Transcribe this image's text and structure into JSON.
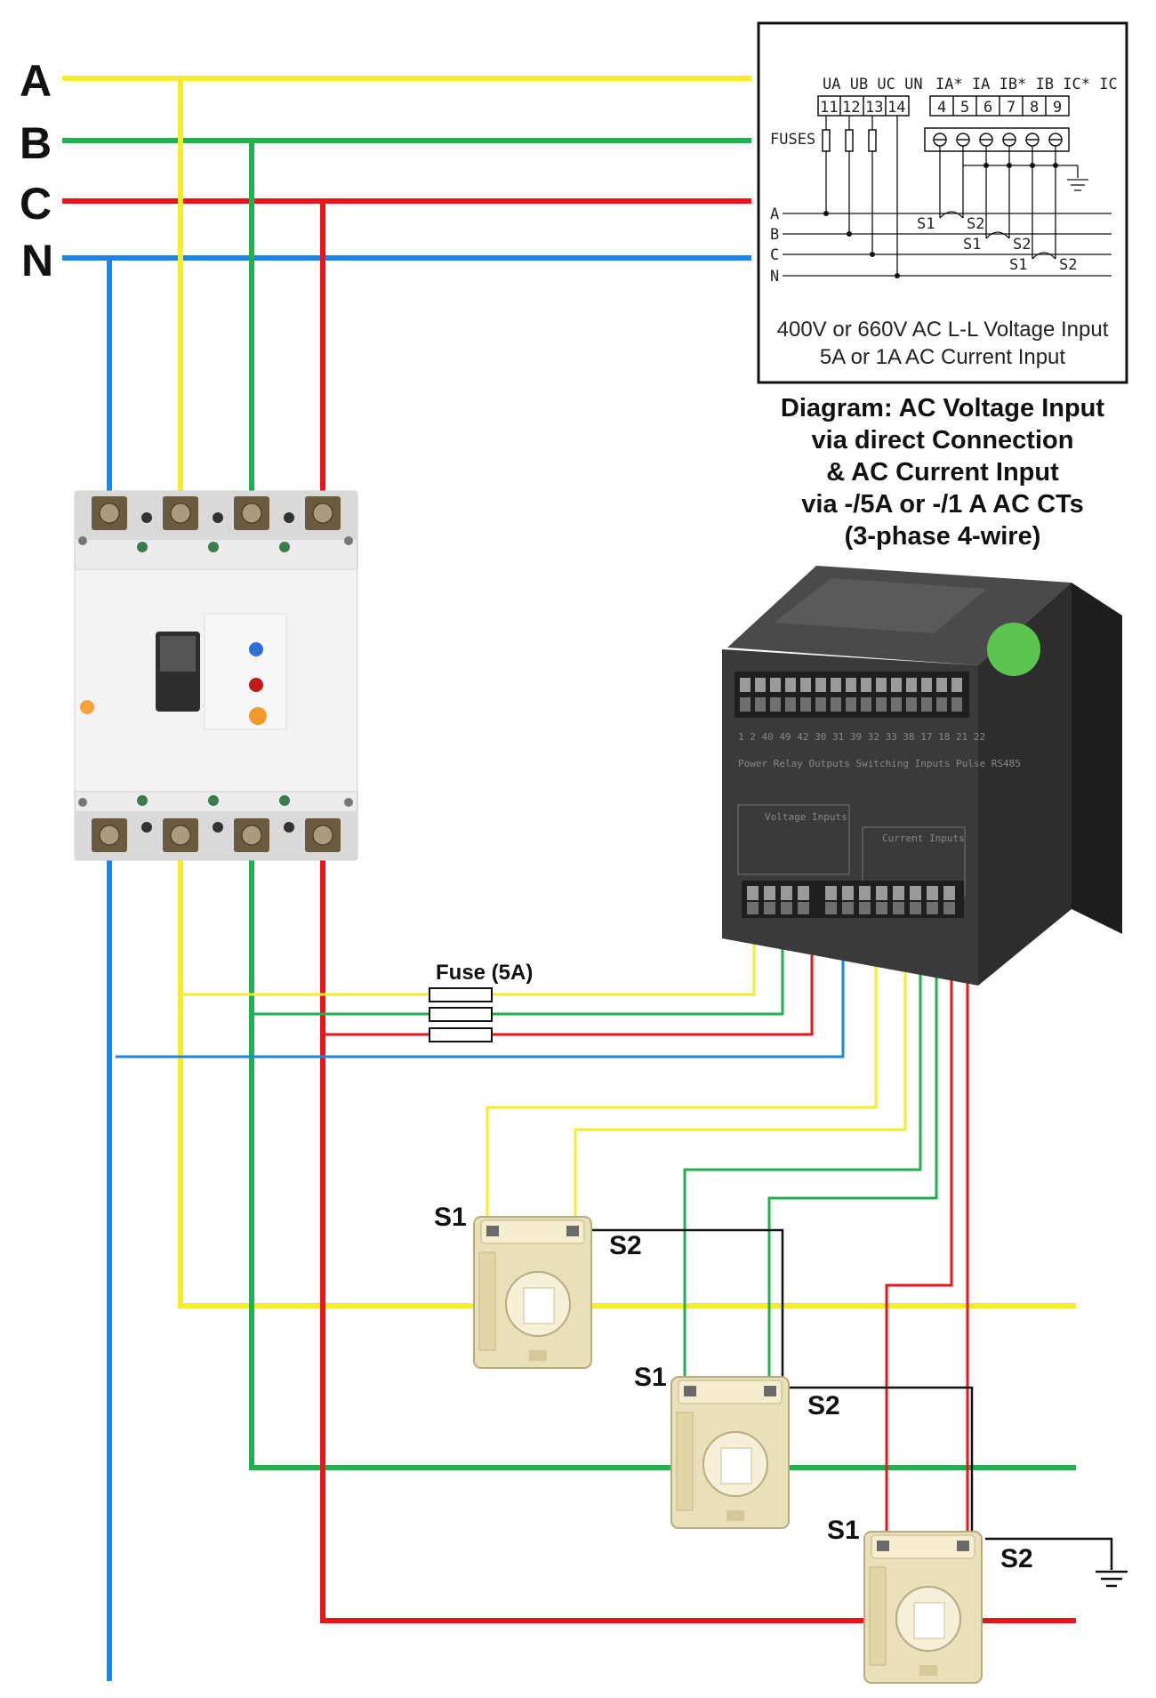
{
  "colors": {
    "phase_a": "#f5ec2c",
    "phase_b": "#1fb14e",
    "phase_c": "#e8161b",
    "neutral": "#1e86e0",
    "ct_wire": "#111111"
  },
  "phases": {
    "a": "A",
    "b": "B",
    "c": "C",
    "n": "N"
  },
  "fuse_label": "Fuse (5A)",
  "ct": {
    "s1": "S1",
    "s2": "S2"
  },
  "schematic": {
    "voltage_heads": "UA UB UC UN",
    "current_heads": "IA* IA IB* IB IC* IC",
    "voltage_terminals": [
      "11",
      "12",
      "13",
      "14"
    ],
    "current_terminals": [
      "4",
      "5",
      "6",
      "7",
      "8",
      "9"
    ],
    "fuses_label": "FUSES",
    "lines": [
      "A",
      "B",
      "C",
      "N"
    ],
    "ct_tags": [
      "S1",
      "S2"
    ],
    "note_line1": "400V or 660V AC L-L Voltage Input",
    "note_line2": "5A or 1A AC Current Input"
  },
  "caption": {
    "line1": "Diagram: AC Voltage Input",
    "line2": "via direct Connection",
    "line3": "& AC Current Input",
    "line4": "via -/5A or -/1 A AC CTs",
    "line5": "(3-phase 4-wire)"
  },
  "meter_labels": {
    "row1": "1 2 40 49 42 30 31 39 32 33 38 17 18 21 22",
    "row2": "Power  Relay Outputs  Switching Inputs  Pulse  RS485",
    "voltage_inputs": "Voltage Inputs",
    "current_inputs": "Current Inputs"
  }
}
